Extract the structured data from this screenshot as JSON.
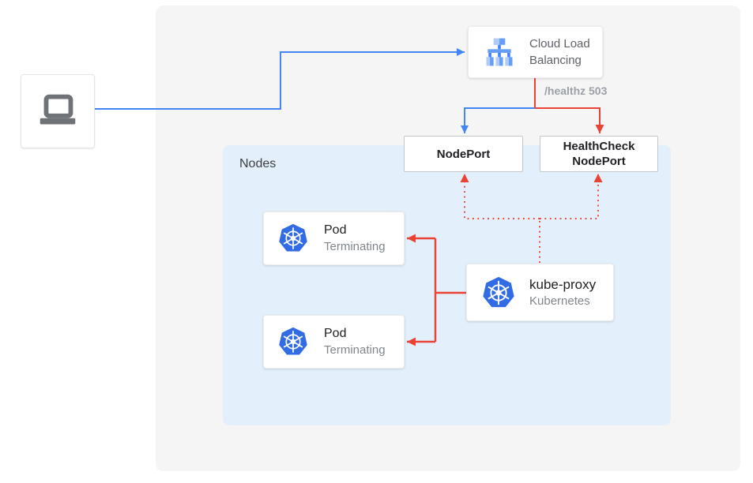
{
  "diagram": {
    "title_hint": "Cloud Load Balancing health-check failing over terminating pods",
    "external_client": {
      "icon": "laptop-icon"
    },
    "cloud_load_balancing": {
      "label": "Cloud Load Balancing",
      "icon": "cloud-load-balancing-icon"
    },
    "health_check_annotation": "/healthz 503",
    "node_port": {
      "label": "NodePort"
    },
    "health_check_node_port": {
      "label": "HealthCheck NodePort"
    },
    "nodes_group": {
      "label": "Nodes"
    },
    "pods": [
      {
        "title": "Pod",
        "status": "Terminating",
        "icon": "kubernetes-icon"
      },
      {
        "title": "Pod",
        "status": "Terminating",
        "icon": "kubernetes-icon"
      }
    ],
    "kube_proxy": {
      "title": "kube-proxy",
      "subtitle": "Kubernetes",
      "icon": "kubernetes-icon"
    }
  },
  "colors": {
    "accent_blue": "#4285f4",
    "alert_red": "#ea4335",
    "canvas_background": "#f5f5f5",
    "nodes_background": "#e3f0fb",
    "kubernetes_blue": "#326ce5",
    "gcp_icon_light_blue": "#aecbfa",
    "gcp_icon_mid_blue": "#669df6",
    "text_dark": "#202124",
    "text_gray": "#5f6368",
    "annotation_gray": "#9aa0a6",
    "laptop_gray": "#6f7377"
  }
}
